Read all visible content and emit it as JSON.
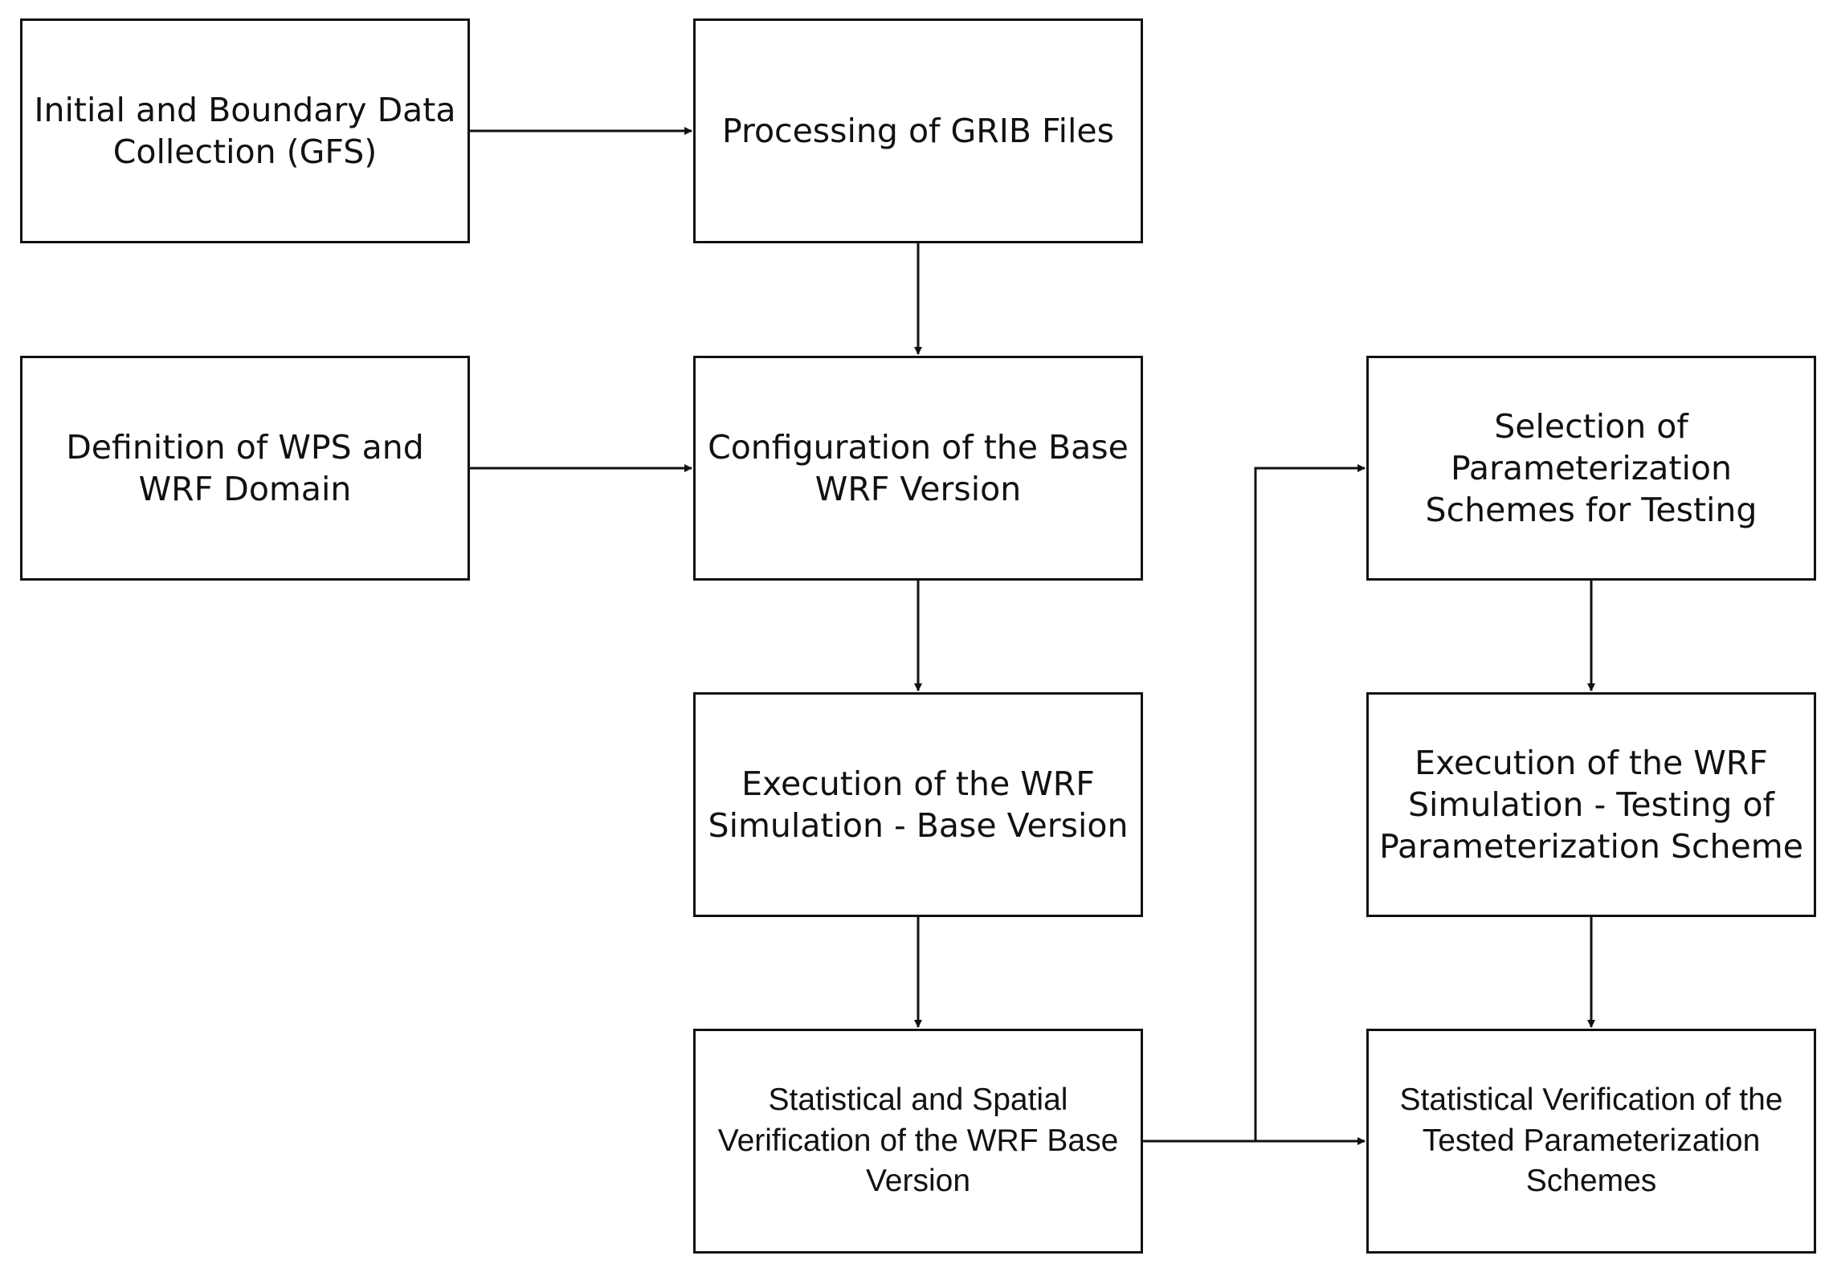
{
  "diagram": {
    "nodes": {
      "initial": "Initial and Boundary Data\nCollection (GFS)",
      "grib": "Processing of GRIB Files",
      "wps": "Definition of WPS and\nWRF Domain",
      "config": "Configuration of the Base\nWRF Version",
      "selection": "Selection of\nParameterization\nSchemes for Testing",
      "exec_base": "Execution of the WRF\nSimulation - Base Version",
      "exec_test": "Execution of the WRF\nSimulation - Testing of\nParameterization Scheme",
      "verif_base": "Statistical and Spatial\nVerification of the WRF Base\nVersion",
      "verif_test": "Statistical Verification of the\nTested Parameterization\nSchemes"
    },
    "edges": [
      {
        "from": "initial",
        "to": "grib"
      },
      {
        "from": "grib",
        "to": "config"
      },
      {
        "from": "wps",
        "to": "config"
      },
      {
        "from": "config",
        "to": "exec_base"
      },
      {
        "from": "exec_base",
        "to": "verif_base"
      },
      {
        "from": "verif_base",
        "to": "selection"
      },
      {
        "from": "verif_base",
        "to": "verif_test"
      },
      {
        "from": "selection",
        "to": "exec_test"
      },
      {
        "from": "exec_test",
        "to": "verif_test"
      }
    ],
    "colors": {
      "stroke": "#111111",
      "background": "#ffffff"
    }
  }
}
